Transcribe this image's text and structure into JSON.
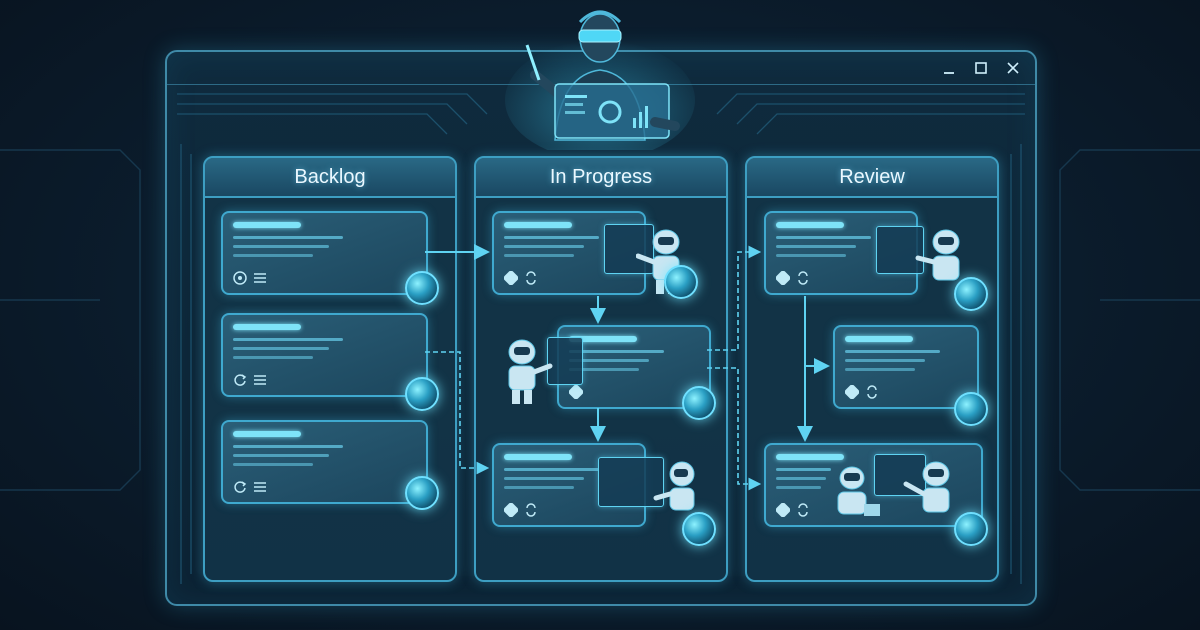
{
  "board": {
    "columns": [
      {
        "title": "Backlog"
      },
      {
        "title": "In Progress"
      },
      {
        "title": "Review"
      }
    ]
  },
  "icons": {
    "card_vcs": "git-branch-icon",
    "card_sync": "sync-icon",
    "card_github": "github-icon",
    "card_list": "list-icon",
    "window_minimize": "minimize-icon",
    "window_maximize": "maximize-icon",
    "window_close": "close-icon"
  },
  "colors": {
    "accent": "#7ee3f8",
    "border": "#3d9ec2",
    "background": "#0b1c2c"
  }
}
